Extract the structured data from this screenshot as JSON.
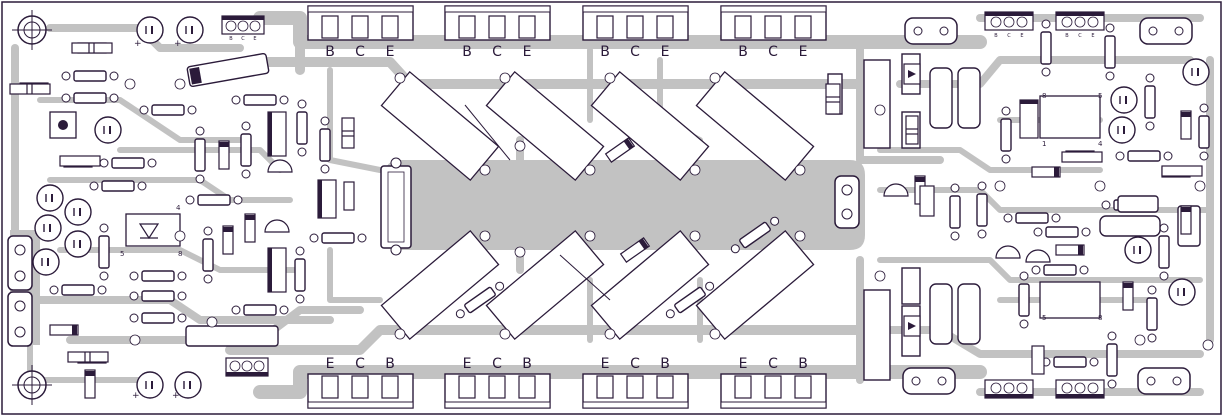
{
  "board": {
    "colors": {
      "background": "#ffffff",
      "copper": "#c2c2c2",
      "silk": "#2b1b3a",
      "pad": "#ffffff"
    }
  },
  "transistors": {
    "top": [
      {
        "b": "B",
        "c": "C",
        "e": "E"
      },
      {
        "b": "B",
        "c": "C",
        "e": "E"
      },
      {
        "b": "B",
        "c": "C",
        "e": "E"
      },
      {
        "b": "B",
        "c": "C",
        "e": "E"
      }
    ],
    "bottom": [
      {
        "e": "E",
        "c": "C",
        "b": "B"
      },
      {
        "e": "E",
        "c": "C",
        "b": "B"
      },
      {
        "e": "E",
        "c": "C",
        "b": "B"
      },
      {
        "e": "E",
        "c": "C",
        "b": "B"
      }
    ]
  },
  "small_labels": {
    "bce": [
      "B",
      "C",
      "E"
    ],
    "ic_pin_left": [
      "4",
      "5",
      "8"
    ],
    "ic_pin_right_top": [
      "8",
      "5",
      "4",
      "1"
    ],
    "ic_pin_right_bottom": [
      "5",
      "8"
    ],
    "polarity_plus": "+"
  }
}
